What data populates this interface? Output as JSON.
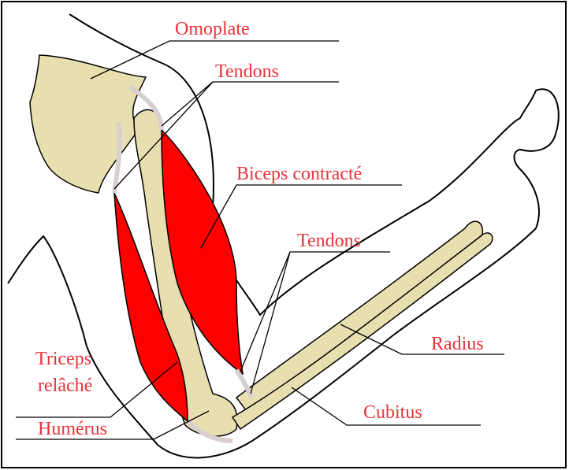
{
  "labels": {
    "omoplate": "Omoplate",
    "tendons_top": "Tendons",
    "biceps": "Biceps contracté",
    "tendons_mid": "Tendons",
    "radius": "Radius",
    "triceps_line1": "Triceps",
    "triceps_line2": "relâché",
    "cubitus": "Cubitus",
    "humerus": "Humérus"
  },
  "colors": {
    "label": "#e8333b",
    "muscle": "#ff0000",
    "bone": "#e8dfb0",
    "tendon": "#d8cfd0",
    "outline": "#000000"
  }
}
